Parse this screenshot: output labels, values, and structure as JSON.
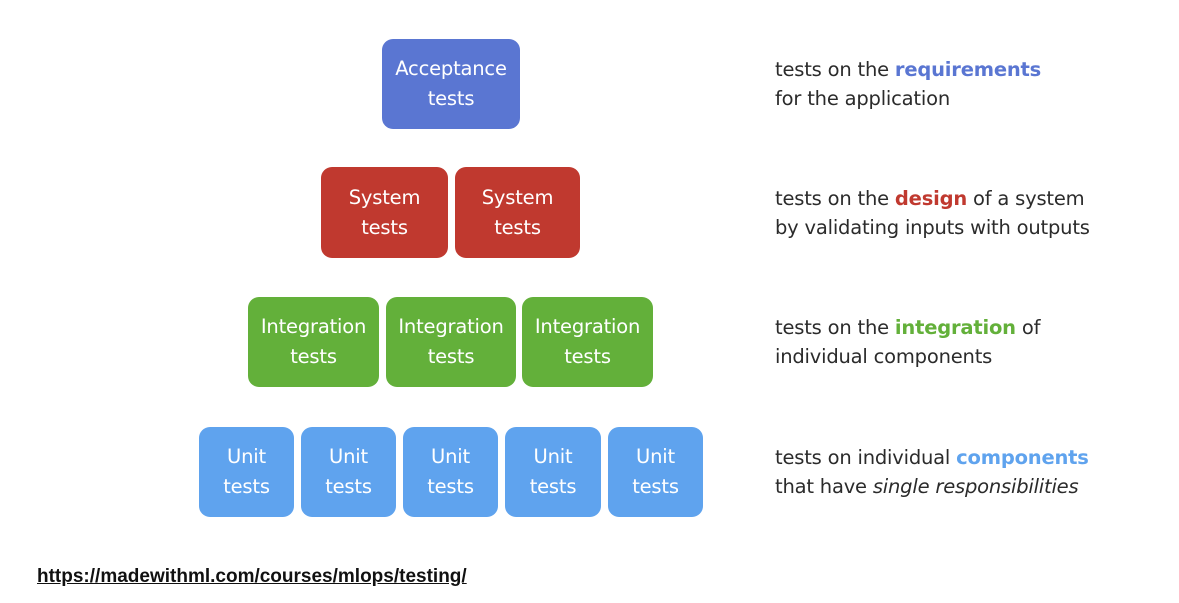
{
  "levels": {
    "acceptance": {
      "box": {
        "line1": "Acceptance",
        "line2": "tests"
      },
      "color": "#5a76d2",
      "description": {
        "pre": "tests on the ",
        "keyword": "requirements",
        "post": "",
        "line2": "for the application"
      }
    },
    "system": {
      "boxes": [
        {
          "line1": "System",
          "line2": "tests"
        },
        {
          "line1": "System",
          "line2": "tests"
        }
      ],
      "color": "#c0392f",
      "description": {
        "pre": "tests on the ",
        "keyword": "design",
        "post": " of a system",
        "line2": "by validating inputs with outputs"
      }
    },
    "integration": {
      "boxes": [
        {
          "line1": "Integration",
          "line2": "tests"
        },
        {
          "line1": "Integration",
          "line2": "tests"
        },
        {
          "line1": "Integration",
          "line2": "tests"
        }
      ],
      "color": "#63b03a",
      "description": {
        "pre": "tests on the ",
        "keyword": "integration",
        "post": " of",
        "line2": "individual components"
      }
    },
    "unit": {
      "boxes": [
        {
          "line1": "Unit",
          "line2": "tests"
        },
        {
          "line1": "Unit",
          "line2": "tests"
        },
        {
          "line1": "Unit",
          "line2": "tests"
        },
        {
          "line1": "Unit",
          "line2": "tests"
        },
        {
          "line1": "Unit",
          "line2": "tests"
        }
      ],
      "color": "#5fa3ee",
      "description": {
        "pre": "tests on individual ",
        "keyword": "components",
        "post": "",
        "line2_pre": "that have ",
        "line2_italic": "single responsibilities"
      }
    }
  },
  "footer": {
    "link_text": "https://madewithml.com/courses/mlops/testing/"
  }
}
